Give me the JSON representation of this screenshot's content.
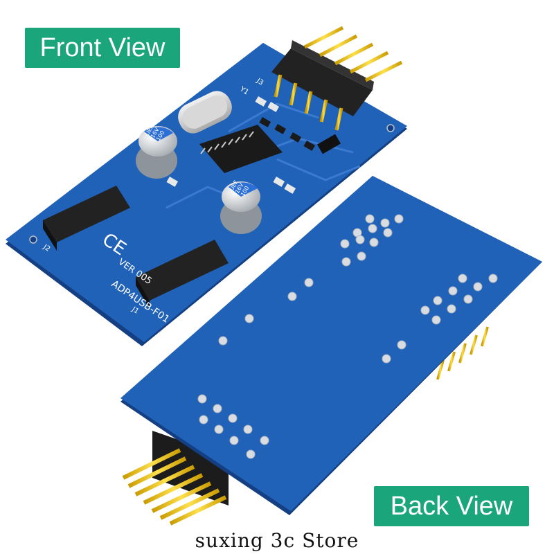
{
  "badges": {
    "front": "Front View",
    "back": "Back View"
  },
  "footer": {
    "store": "suxing 3c Store"
  },
  "board": {
    "model": "ADP4USB-F01",
    "version": "VER 005",
    "ce_mark": "CE",
    "connectors": {
      "j1": "J1",
      "j2": "J2",
      "j3": "J3"
    },
    "crystal": "Y1",
    "capacitor_text": {
      "line1": "UEF",
      "line2": "16V",
      "line3": "100"
    }
  },
  "colors": {
    "badge": "#1aa57a",
    "pcb": "#1f5fb3",
    "pcb_edge": "#143f82",
    "gold": "#f2c416",
    "header": "#222222",
    "pad": "#d9dde2"
  }
}
